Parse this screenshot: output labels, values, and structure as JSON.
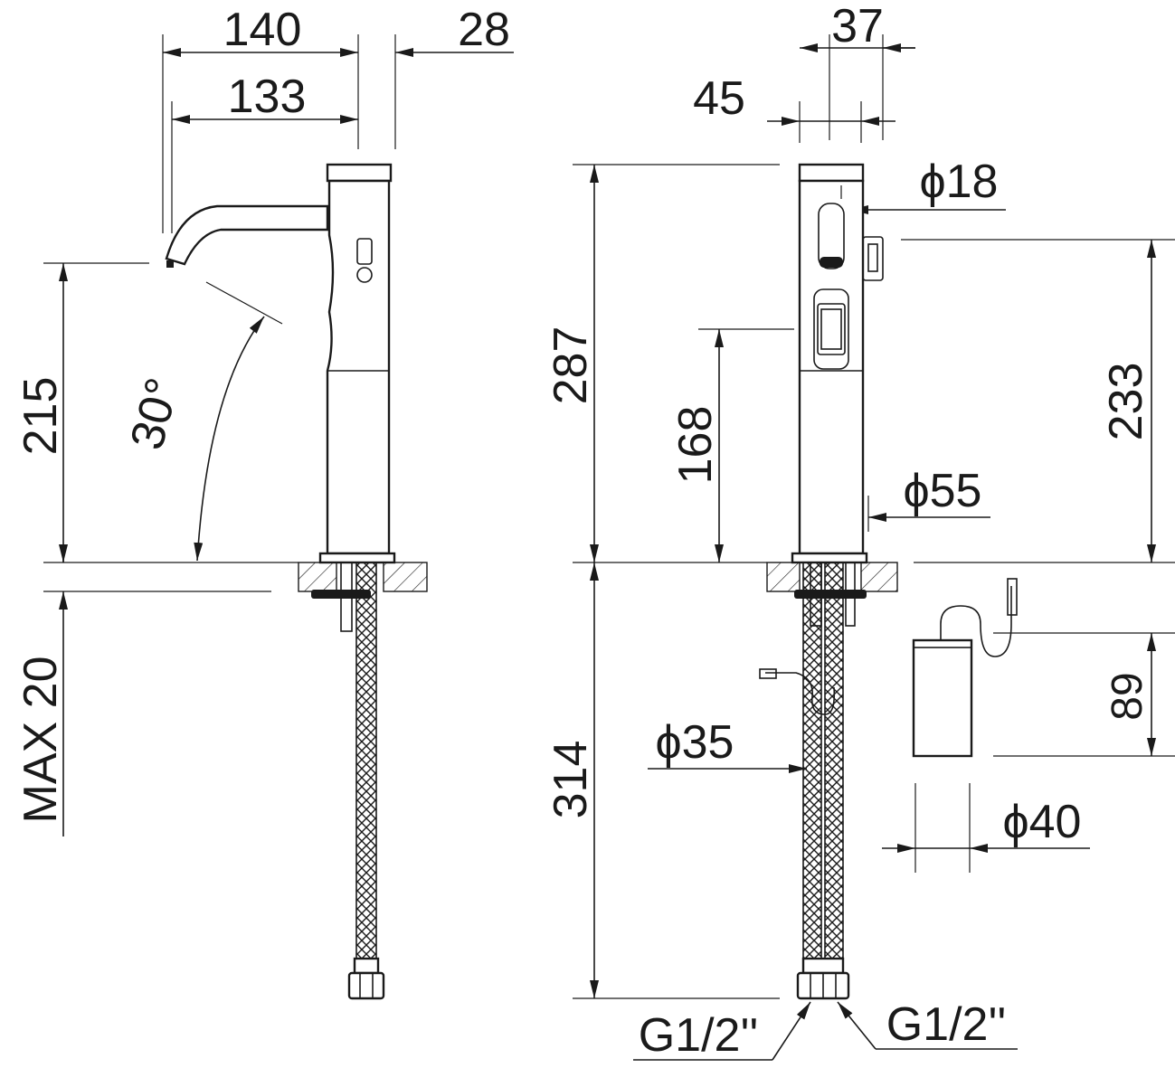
{
  "side_view": {
    "width_total": "140",
    "spout_reach": "133",
    "body_depth": "28",
    "spout_height": "215",
    "spray_angle": "30°",
    "max_deck_thickness": "MAX 20"
  },
  "front_view": {
    "top_offset": "37",
    "sensor_offset": "45",
    "sensor_diameter": "ϕ18",
    "total_height": "287",
    "sensor_height": "168",
    "control_height": "233",
    "body_diameter": "ϕ55",
    "hose_length": "314",
    "hose_diameter": "ϕ35",
    "battery_height": "89",
    "battery_diameter": "ϕ40",
    "connection_left": "G1/2''",
    "connection_right": "G1/2''"
  }
}
